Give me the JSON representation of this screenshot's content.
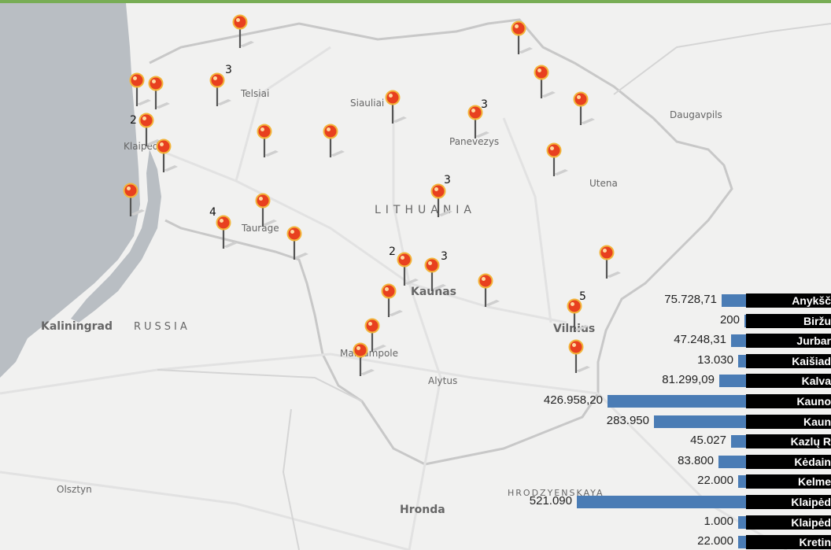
{
  "map": {
    "places": [
      {
        "id": "telsiai",
        "name": "Telsiai"
      },
      {
        "id": "siauliai",
        "name": "Siauliai"
      },
      {
        "id": "panevezys",
        "name": "Panevezys"
      },
      {
        "id": "klaipeda",
        "name": "Klaipeda"
      },
      {
        "id": "daugavpils",
        "name": "Daugavpils"
      },
      {
        "id": "utena",
        "name": "Utena"
      },
      {
        "id": "taurage",
        "name": "Taurage"
      },
      {
        "id": "kaunas",
        "name": "Kaunas"
      },
      {
        "id": "vilnius",
        "name": "Vilnius"
      },
      {
        "id": "marijampole",
        "name": "Marijampole"
      },
      {
        "id": "alytus",
        "name": "Alytus"
      },
      {
        "id": "kaliningrad",
        "name": "Kaliningrad"
      },
      {
        "id": "olsztyn",
        "name": "Olsztyn"
      },
      {
        "id": "hronda",
        "name": "Hronda"
      }
    ],
    "country_labels": {
      "lithuania": "LITHUANIA",
      "russia": "RUSSIA",
      "hrodzyenskaya": "HRODZYENSKAYA"
    },
    "pin_counts": [
      "3",
      "2",
      "3",
      "4",
      "3",
      "2",
      "3",
      "5"
    ],
    "colors": {
      "water": "#b9bec3",
      "land": "#f1f1f0",
      "border": "#c4c4c4",
      "pin": "#e8401f",
      "accent": "#78ad55",
      "bar": "#4a7cb5"
    }
  },
  "bar_list": {
    "rows": [
      {
        "value": "75.728,71",
        "name": "Anykšč",
        "amount": 75728.71
      },
      {
        "value": "200",
        "name": "Biržu",
        "amount": 200
      },
      {
        "value": "47.248,31",
        "name": "Jurbar",
        "amount": 47248.31
      },
      {
        "value": "13.030",
        "name": "Kaišiad",
        "amount": 13030
      },
      {
        "value": "81.299,09",
        "name": "Kalva",
        "amount": 81299.09
      },
      {
        "value": "426.958,20",
        "name": "Kauno",
        "amount": 426958.2
      },
      {
        "value": "283.950",
        "name": "Kaun",
        "amount": 283950
      },
      {
        "value": "45.027",
        "name": "Kazlų R",
        "amount": 45027
      },
      {
        "value": "83.800",
        "name": "Kėdain",
        "amount": 83800
      },
      {
        "value": "22.000",
        "name": "Kelme",
        "amount": 22000
      },
      {
        "value": "521.090",
        "name": "Klaipėd",
        "amount": 521090
      },
      {
        "value": "1.000",
        "name": "Klaipėd",
        "amount": 1000
      },
      {
        "value": "22.000",
        "name": "Kretin",
        "amount": 22000
      }
    ]
  }
}
